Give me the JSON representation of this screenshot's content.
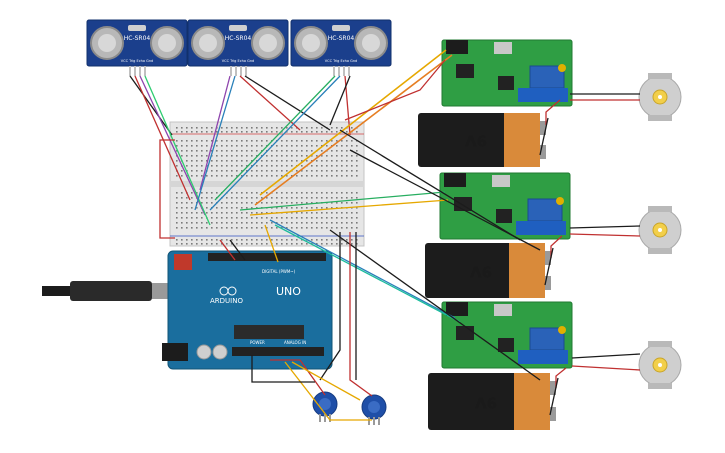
{
  "sensors": [
    {
      "label": "HC-SR04",
      "pins": "VCC Trig Echo Gnd"
    },
    {
      "label": "HC-SR04",
      "pins": "VCC Trig Echo Gnd"
    },
    {
      "label": "HC-SR04",
      "pins": "VCC Trig Echo Gnd"
    }
  ],
  "batteries": [
    {
      "label": "9V"
    },
    {
      "label": "9V"
    },
    {
      "label": "9V"
    }
  ],
  "arduino": {
    "brand": "ARDUINO",
    "model": "UNO",
    "digital_label": "DIGITAL (PWM~)",
    "power_label": "POWER",
    "analog_label": "ANALOG IN"
  },
  "colors": {
    "sensor_board": "#1b3f8c",
    "arduino_board": "#1a6e9e",
    "driver_board": "#2f9e44",
    "battery_body": "#1c1c1c",
    "battery_top": "#d98a3a",
    "motor": "#cfcfcf",
    "breadboard": "#e6e6e6"
  }
}
